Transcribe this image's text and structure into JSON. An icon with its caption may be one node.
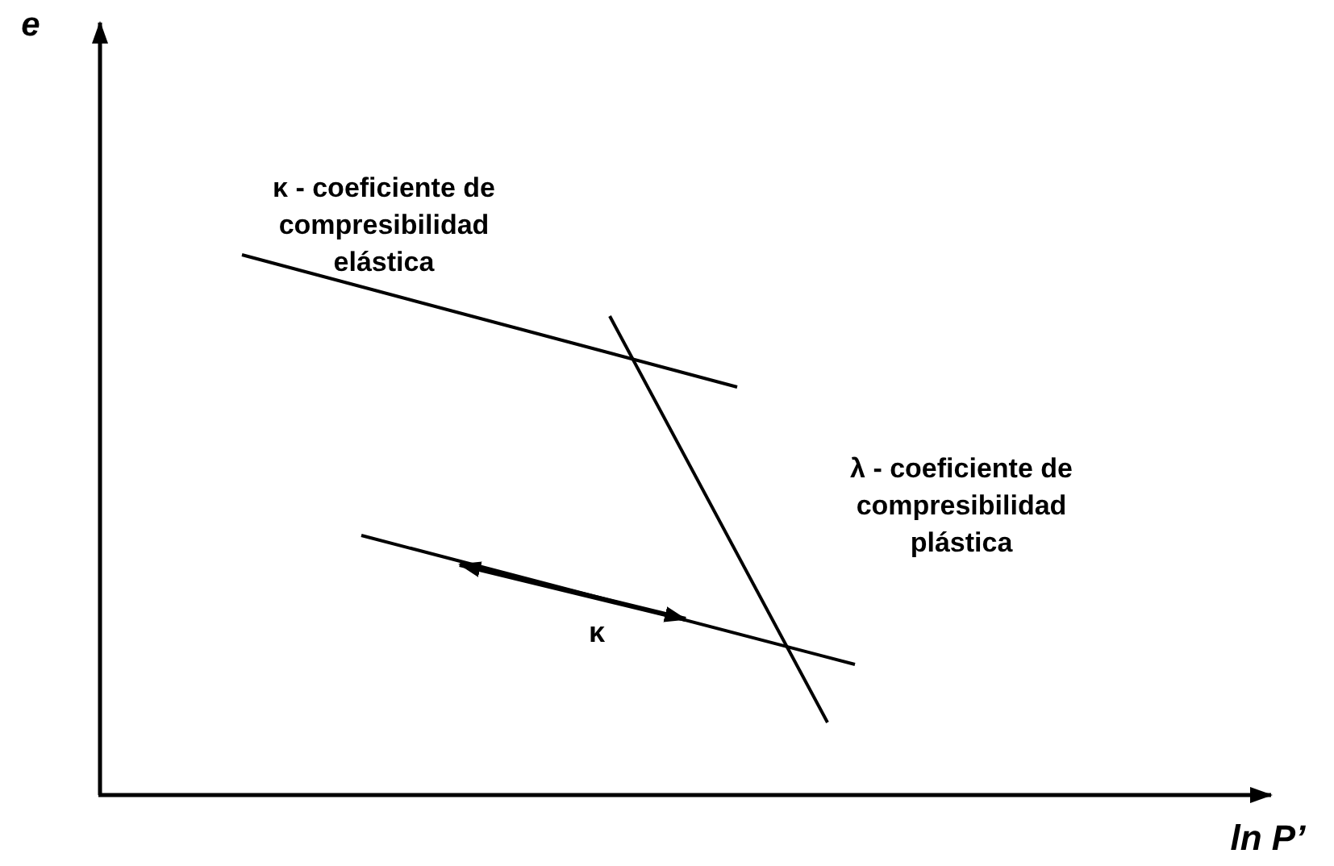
{
  "diagram": {
    "labels": [
      "e",
      "κ - coeficiente de compresibilidad elástica",
      "λ - coeficiente de compresibilidad plástica",
      "κ",
      "ln P’"
    ]
  }
}
